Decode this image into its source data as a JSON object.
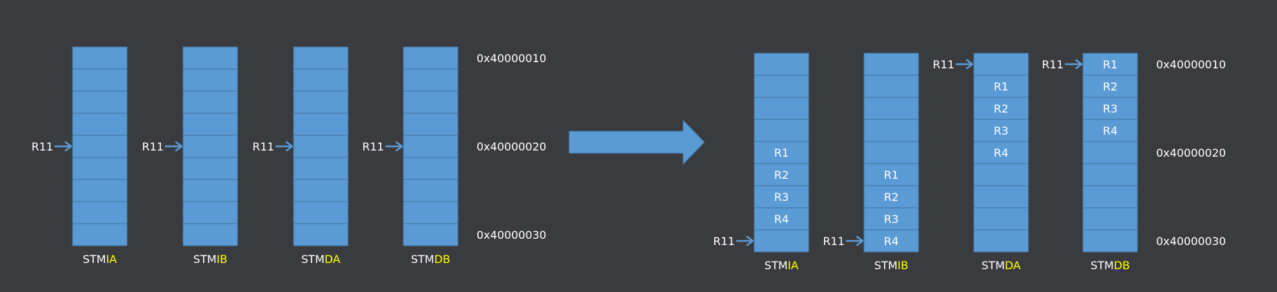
{
  "colors": {
    "background": "#3a3b3f",
    "cell_fill": "#5b9bd5",
    "cell_border": "#41719c",
    "text": "#ffffff",
    "highlight": "#ffff00"
  },
  "pointer_label": "R11",
  "before": {
    "addresses": [
      "0x40000010",
      "0x40000020",
      "0x40000030"
    ],
    "stacks": [
      {
        "prefix": "STM",
        "mode": "IA",
        "pointer_row": 4
      },
      {
        "prefix": "STM",
        "mode": "IB",
        "pointer_row": 4
      },
      {
        "prefix": "STM",
        "mode": "DA",
        "pointer_row": 4
      },
      {
        "prefix": "STM",
        "mode": "DB",
        "pointer_row": 4
      }
    ]
  },
  "after": {
    "addresses": [
      "0x40000010",
      "0x40000020",
      "0x40000030"
    ],
    "stacks": [
      {
        "prefix": "STM",
        "mode": "IA",
        "pointer_row": 8,
        "regs": [
          "",
          "",
          "",
          "",
          "R1",
          "R2",
          "R3",
          "R4",
          ""
        ]
      },
      {
        "prefix": "STM",
        "mode": "IB",
        "pointer_row": 8,
        "regs": [
          "",
          "",
          "",
          "",
          "",
          "R1",
          "R2",
          "R3",
          "R4"
        ]
      },
      {
        "prefix": "STM",
        "mode": "DA",
        "pointer_row": 0,
        "regs": [
          "",
          "R1",
          "R2",
          "R3",
          "R4",
          "",
          "",
          "",
          ""
        ]
      },
      {
        "prefix": "STM",
        "mode": "DB",
        "pointer_row": 0,
        "regs": [
          "R1",
          "R2",
          "R3",
          "R4",
          "",
          "",
          "",
          "",
          ""
        ]
      }
    ]
  },
  "transition_arrow": "big-right-arrow-icon"
}
